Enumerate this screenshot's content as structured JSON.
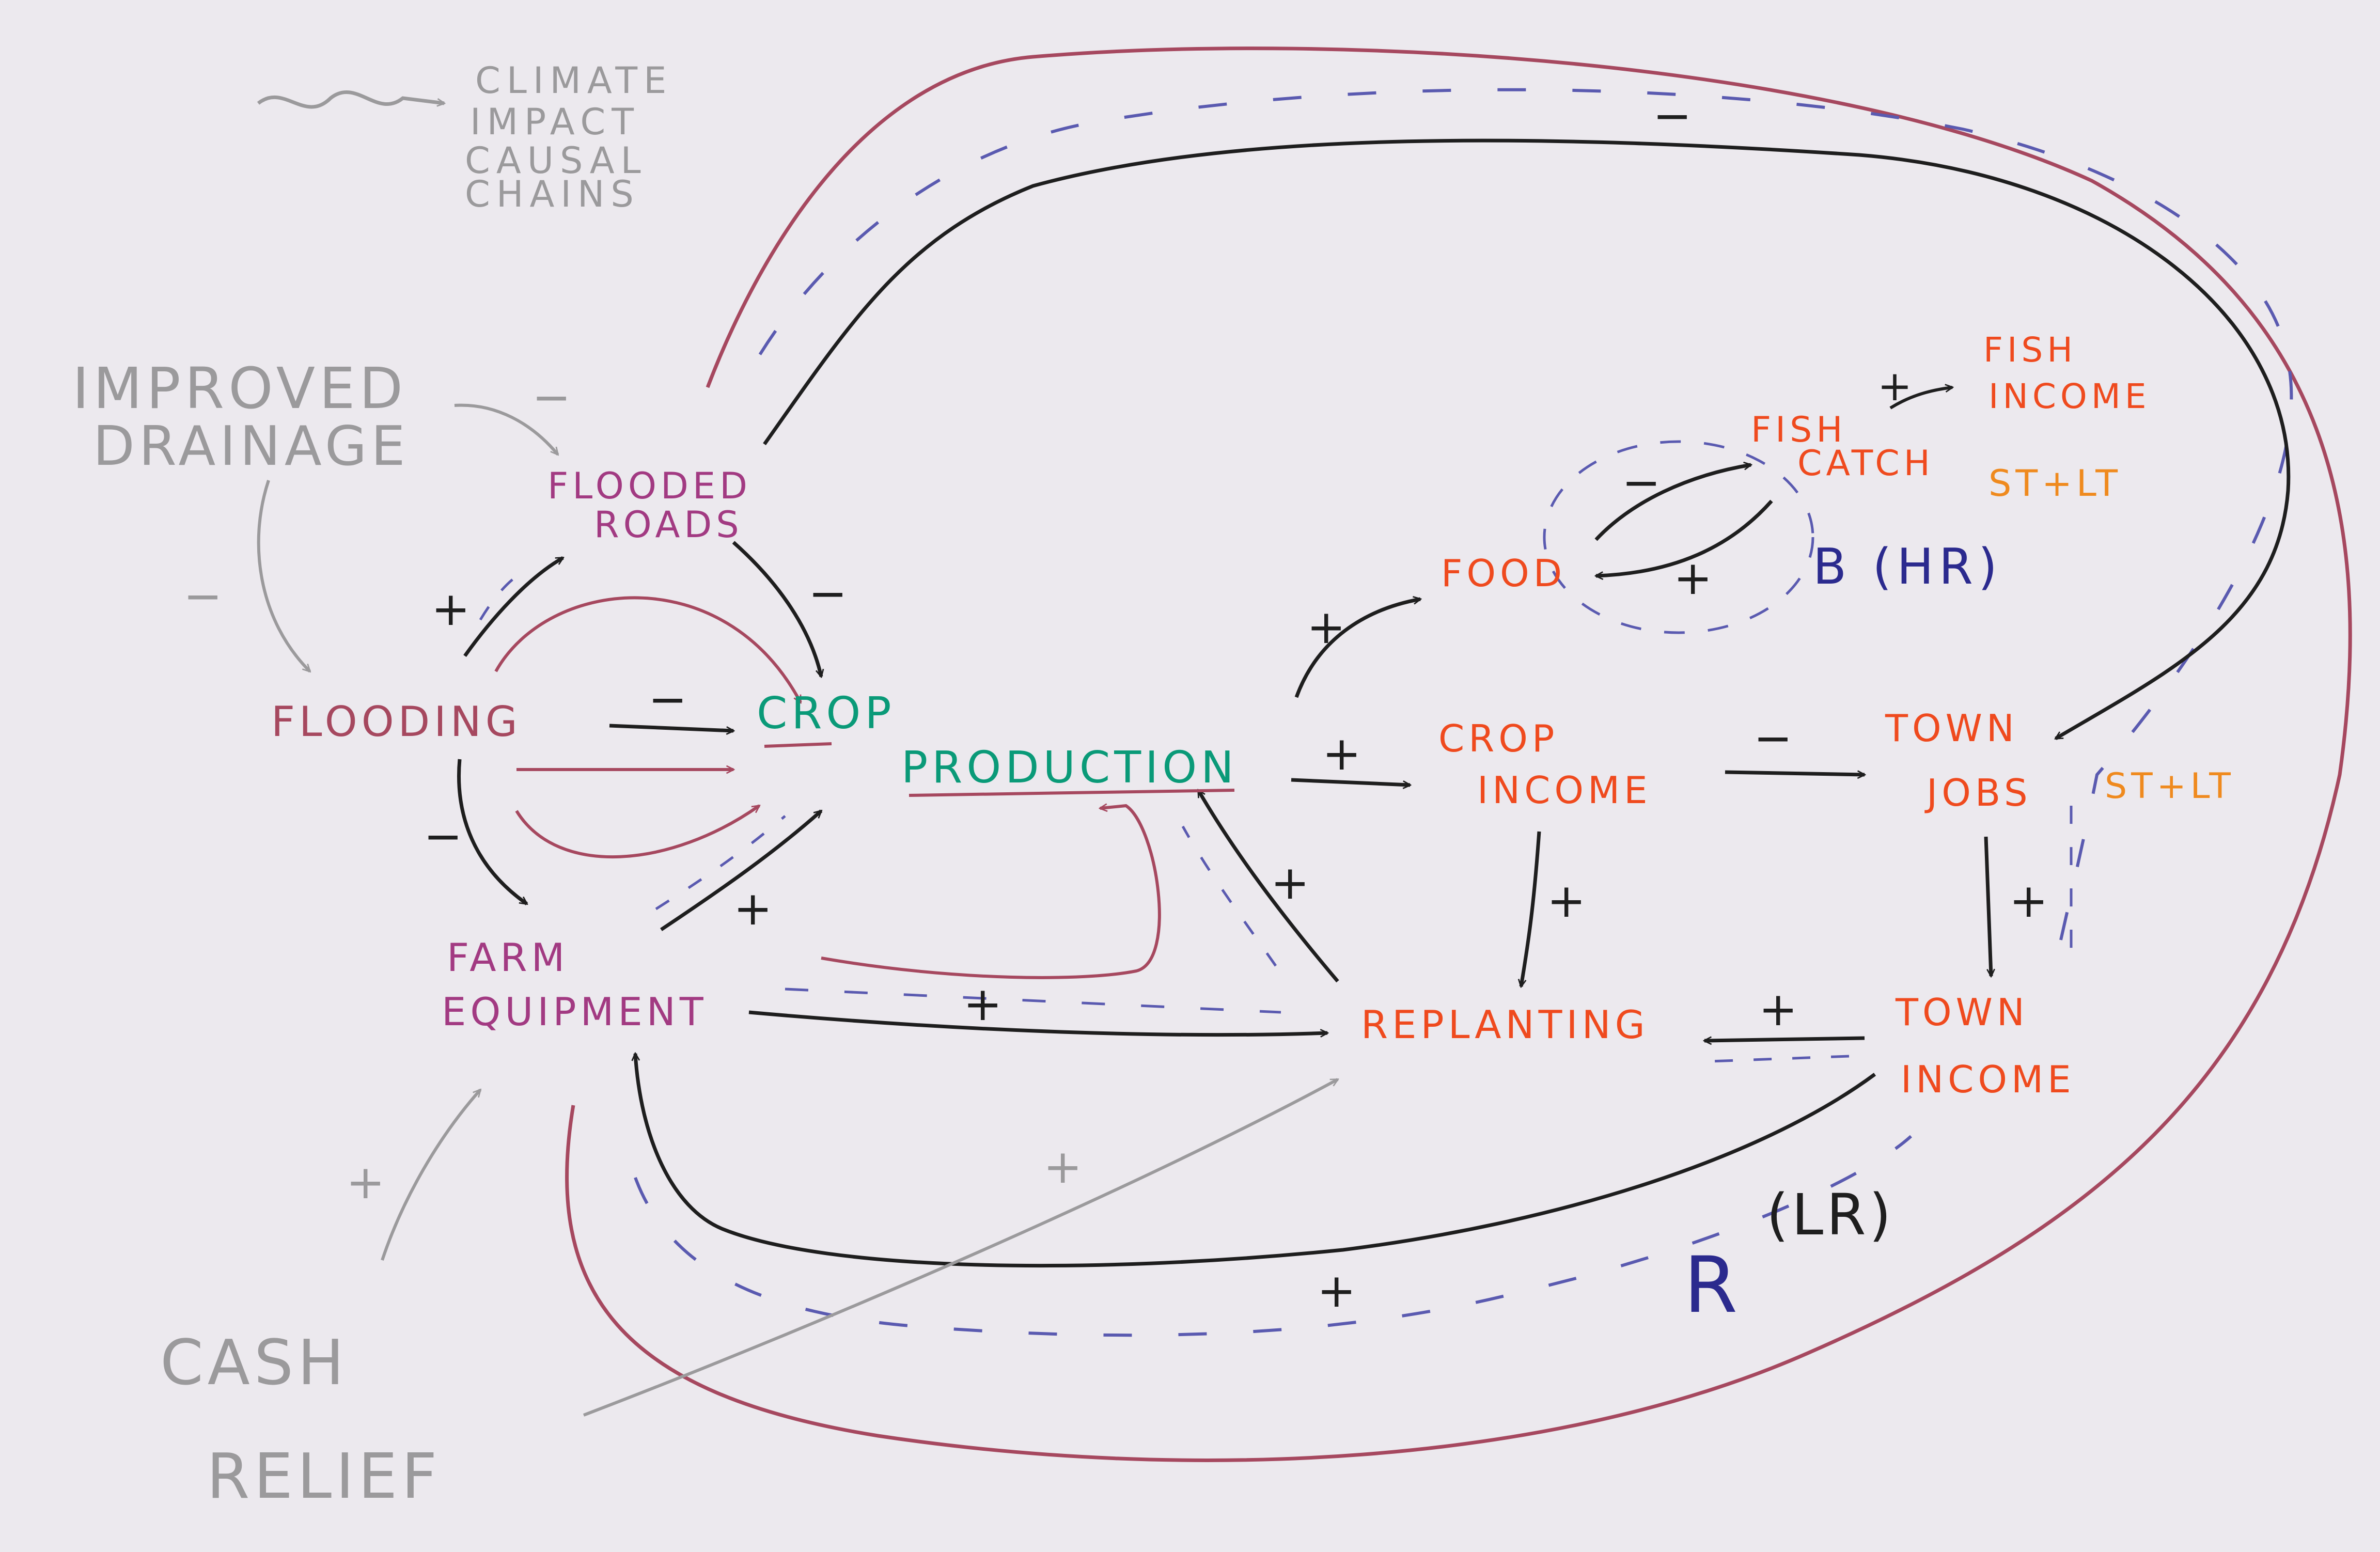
{
  "colors": {
    "paper": "#ece9ee",
    "black": "#1e1e1e",
    "maroon": "#a6485f",
    "purple": "#a23a82",
    "green": "#0a9a78",
    "orange": "#ef4a1e",
    "navy": "#2b2a8e",
    "grey": "#9b9a9c",
    "dash": "#5a5ab0"
  },
  "legend": {
    "line1": "CLIMATE",
    "line2": "IMPACT",
    "line3": "CAUSAL",
    "line4": "CHAINS"
  },
  "nodes": {
    "improved_1": "IMPROVED",
    "improved_2": "DRAINAGE",
    "flooded_1": "FLOODED",
    "flooded_2": "ROADS",
    "flooding": "FLOODING",
    "crop": "CROP",
    "production": "PRODUCTION",
    "farm_1": "FARM",
    "farm_2": "EQUIPMENT",
    "cash_1": "CASH",
    "cash_2": "RELIEF",
    "food": "FOOD",
    "fish_catch_1": "FISH",
    "fish_catch_2": "CATCH",
    "fish_income_1": "FISH",
    "fish_income_2": "INCOME",
    "st_lt_fish": "ST+LT",
    "crop_income_1": "CROP",
    "crop_income_2": "INCOME",
    "town_jobs_1": "TOWN",
    "town_jobs_2": "JOBS",
    "st_lt_jobs": "ST+LT",
    "replanting": "REPLANTING",
    "town_income_1": "TOWN",
    "town_income_2": "INCOME"
  },
  "loops": {
    "balancing": "B (HR)",
    "reinforcing_letter": "R",
    "reinforcing_tag": "(LR)"
  },
  "polarity": {
    "drainage_to_roads": "−",
    "drainage_to_flooding": "−",
    "flooding_to_roads": "+",
    "roads_to_crop": "−",
    "flooding_to_crop": "−",
    "flooding_to_equipment": "−",
    "equipment_to_crop": "+",
    "equipment_to_replanting": "+",
    "replanting_to_production": "+",
    "cash_to_equipment": "+",
    "cash_to_replanting": "+",
    "production_to_food": "+",
    "production_to_income": "+",
    "food_to_fish": "−",
    "fish_to_food": "+",
    "fish_to_income": "+",
    "income_to_jobs": "−",
    "income_to_replanting": "+",
    "jobs_to_town_income": "+",
    "town_income_to_replanting": "+",
    "town_income_to_equipment": "+",
    "roads_to_jobs": "−"
  }
}
